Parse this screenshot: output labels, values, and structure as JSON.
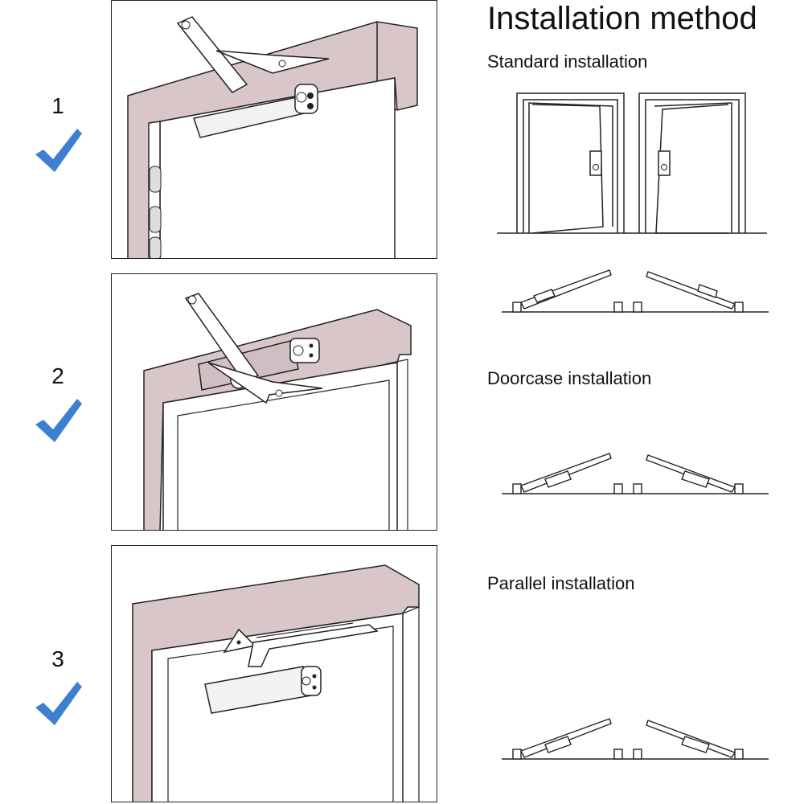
{
  "title": "Installation method",
  "methods": [
    {
      "number": "1",
      "label": "Standard installation"
    },
    {
      "number": "2",
      "label": "Doorcase installation"
    },
    {
      "number": "3",
      "label": "Parallel installation"
    }
  ],
  "icons": {
    "check": "checkmark-icon"
  },
  "colors": {
    "frame": "#d8c6c9",
    "check": "#3e7fd0",
    "line": "#222222"
  }
}
